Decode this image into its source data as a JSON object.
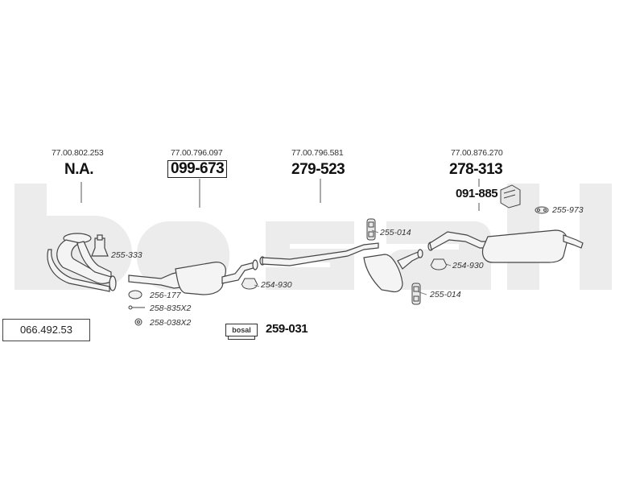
{
  "reference_number": "066.492.53",
  "watermark_text": "bosal",
  "parts": [
    {
      "oem": "77.00.802.253",
      "code": "N.A."
    },
    {
      "oem": "77.00.796.097",
      "code": "099-673"
    },
    {
      "oem": "77.00.796.581",
      "code": "279-523"
    },
    {
      "oem": "77.00.876.270",
      "code": "278-313"
    }
  ],
  "accessories": {
    "bracket": "091-885",
    "a_255_333": "255-333",
    "a_256_177": "256-177",
    "a_258_835": "258-835X2",
    "a_258_038": "258-038X2",
    "a_254_930_left": "254-930",
    "a_255_014_top": "255-014",
    "a_255_014_bottom": "255-014",
    "a_254_930_right": "254-930",
    "a_255_973": "255-973",
    "mounting_kit": "259-031",
    "kit_logo": "bosal"
  }
}
